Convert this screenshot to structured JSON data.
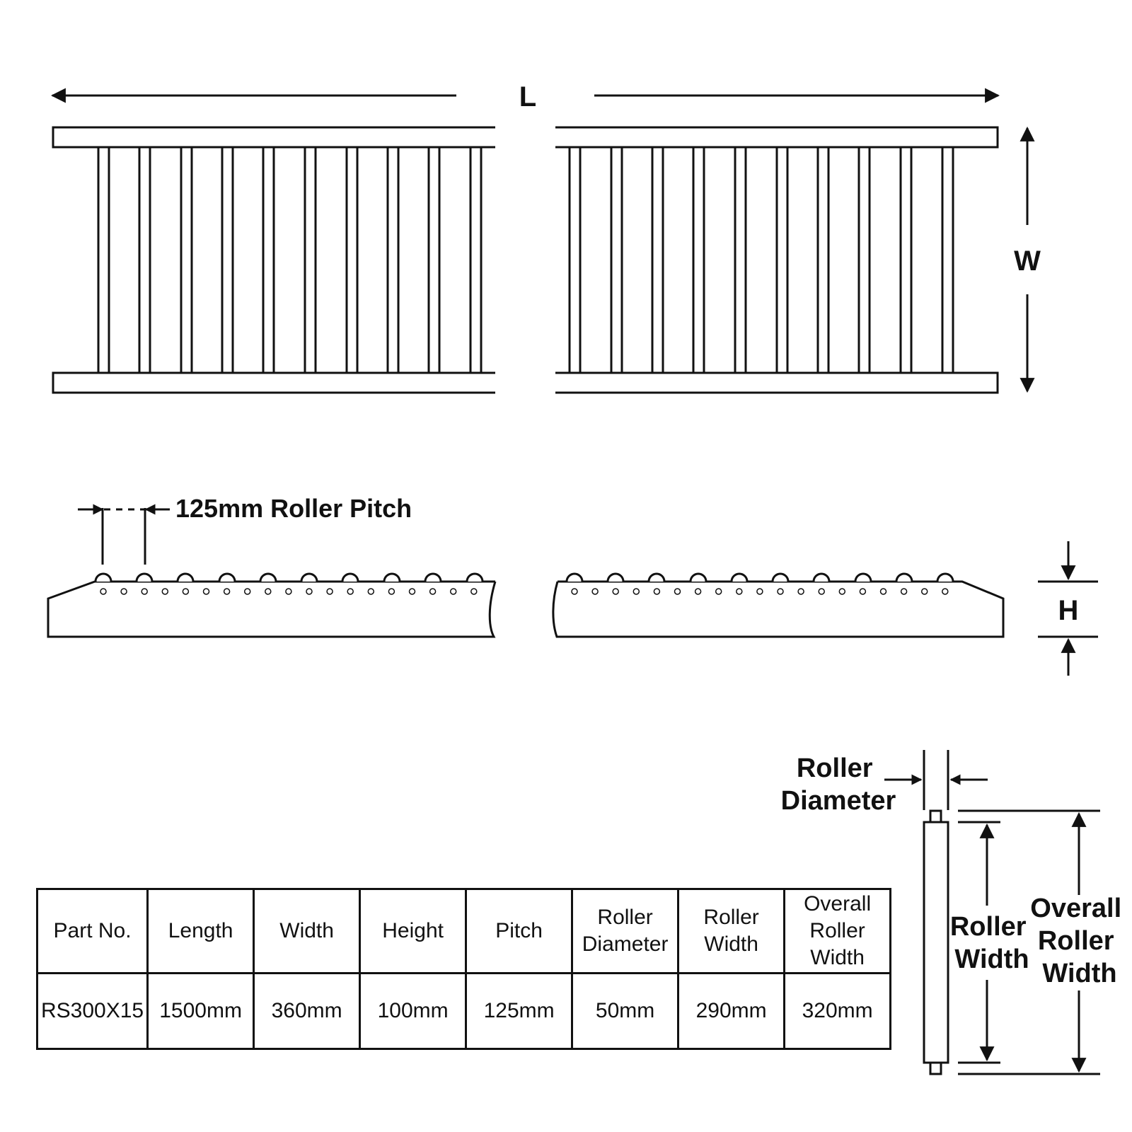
{
  "labels": {
    "length": "L",
    "width": "W",
    "height": "H",
    "pitch": "125mm Roller Pitch",
    "roller_diameter": [
      "Roller",
      "Diameter"
    ],
    "roller_width": [
      "Roller",
      "Width"
    ],
    "overall_roller_width": [
      "Overall",
      "Roller",
      "Width"
    ]
  },
  "table": {
    "headers": [
      "Part No.",
      "Length",
      "Width",
      "Height",
      "Pitch",
      "Roller\nDiameter",
      "Roller\nWidth",
      "Overall\nRoller\nWidth"
    ],
    "row": [
      "RS300X15",
      "1500mm",
      "360mm",
      "100mm",
      "125mm",
      "50mm",
      "290mm",
      "320mm"
    ]
  },
  "colors": {
    "line": "#111111",
    "background": "#ffffff"
  }
}
